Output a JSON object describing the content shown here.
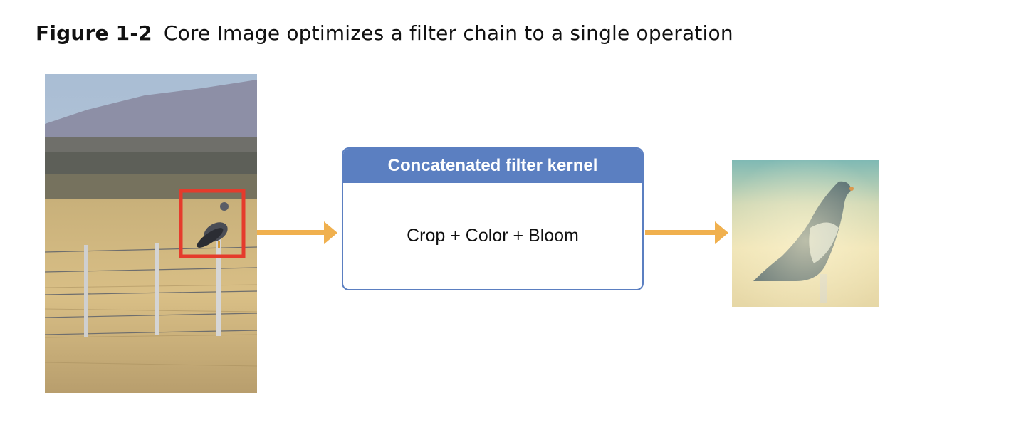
{
  "caption": {
    "figure_number": "Figure 1-2",
    "text": "Core Image optimizes a filter chain to a single operation"
  },
  "kernel": {
    "title": "Concatenated filter kernel",
    "operations": "Crop + Color + Bloom"
  },
  "colors": {
    "kernel_accent": "#5b7fc1",
    "arrow": "#f0b04e",
    "crop_box": "#e53b2c"
  },
  "icons": {
    "input_image": "hawk-on-fence-photo",
    "output_image": "filtered-hawk-photo"
  }
}
